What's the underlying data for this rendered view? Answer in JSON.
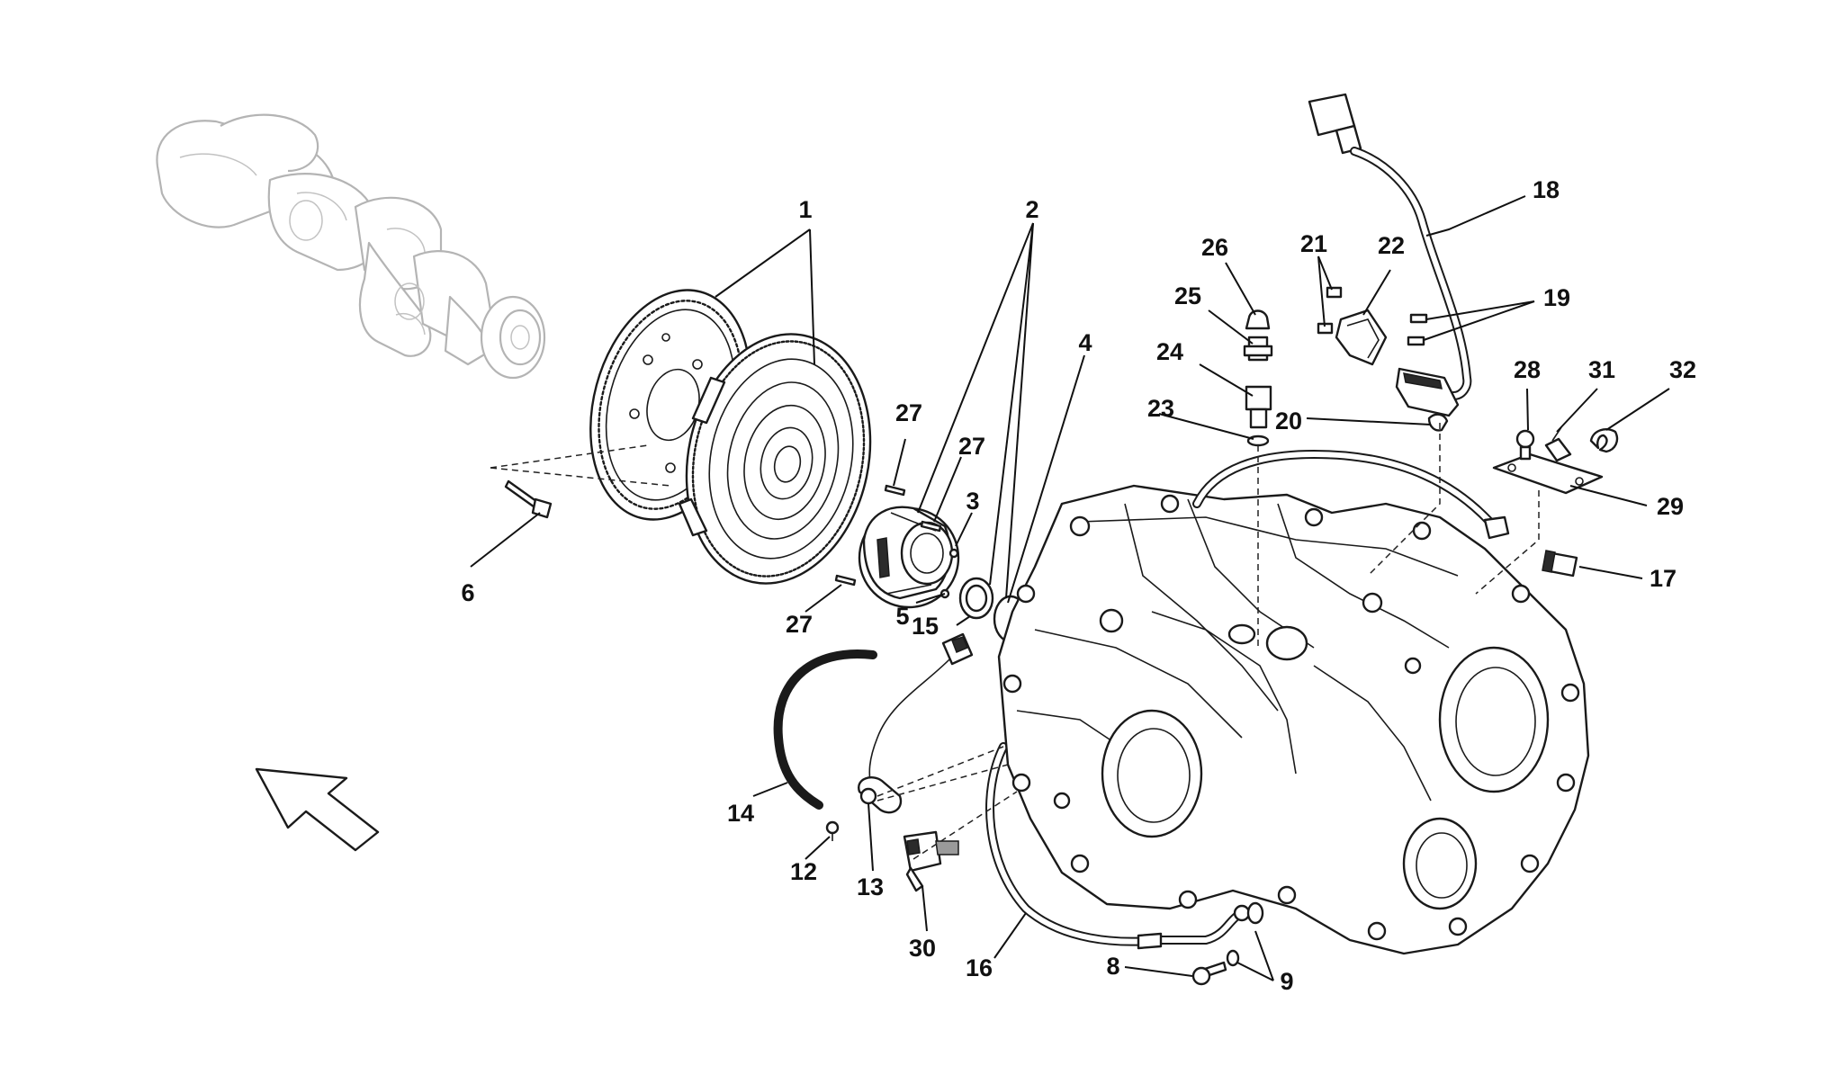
{
  "diagram": {
    "callouts": {
      "c1": "1",
      "c2": "2",
      "c3": "3",
      "c4": "4",
      "c5": "5",
      "c6": "6",
      "c8": "8",
      "c9": "9",
      "c12": "12",
      "c13": "13",
      "c14": "14",
      "c15": "15",
      "c16": "16",
      "c17": "17",
      "c18": "18",
      "c19": "19",
      "c20": "20",
      "c21": "21",
      "c22": "22",
      "c23": "23",
      "c24": "24",
      "c25": "25",
      "c26": "26",
      "c27a": "27",
      "c27b": "27",
      "c27c": "27",
      "c28": "28",
      "c29": "29",
      "c30": "30",
      "c31": "31",
      "c32": "32"
    },
    "icons": {
      "direction": "arrow-up-left-icon"
    }
  }
}
